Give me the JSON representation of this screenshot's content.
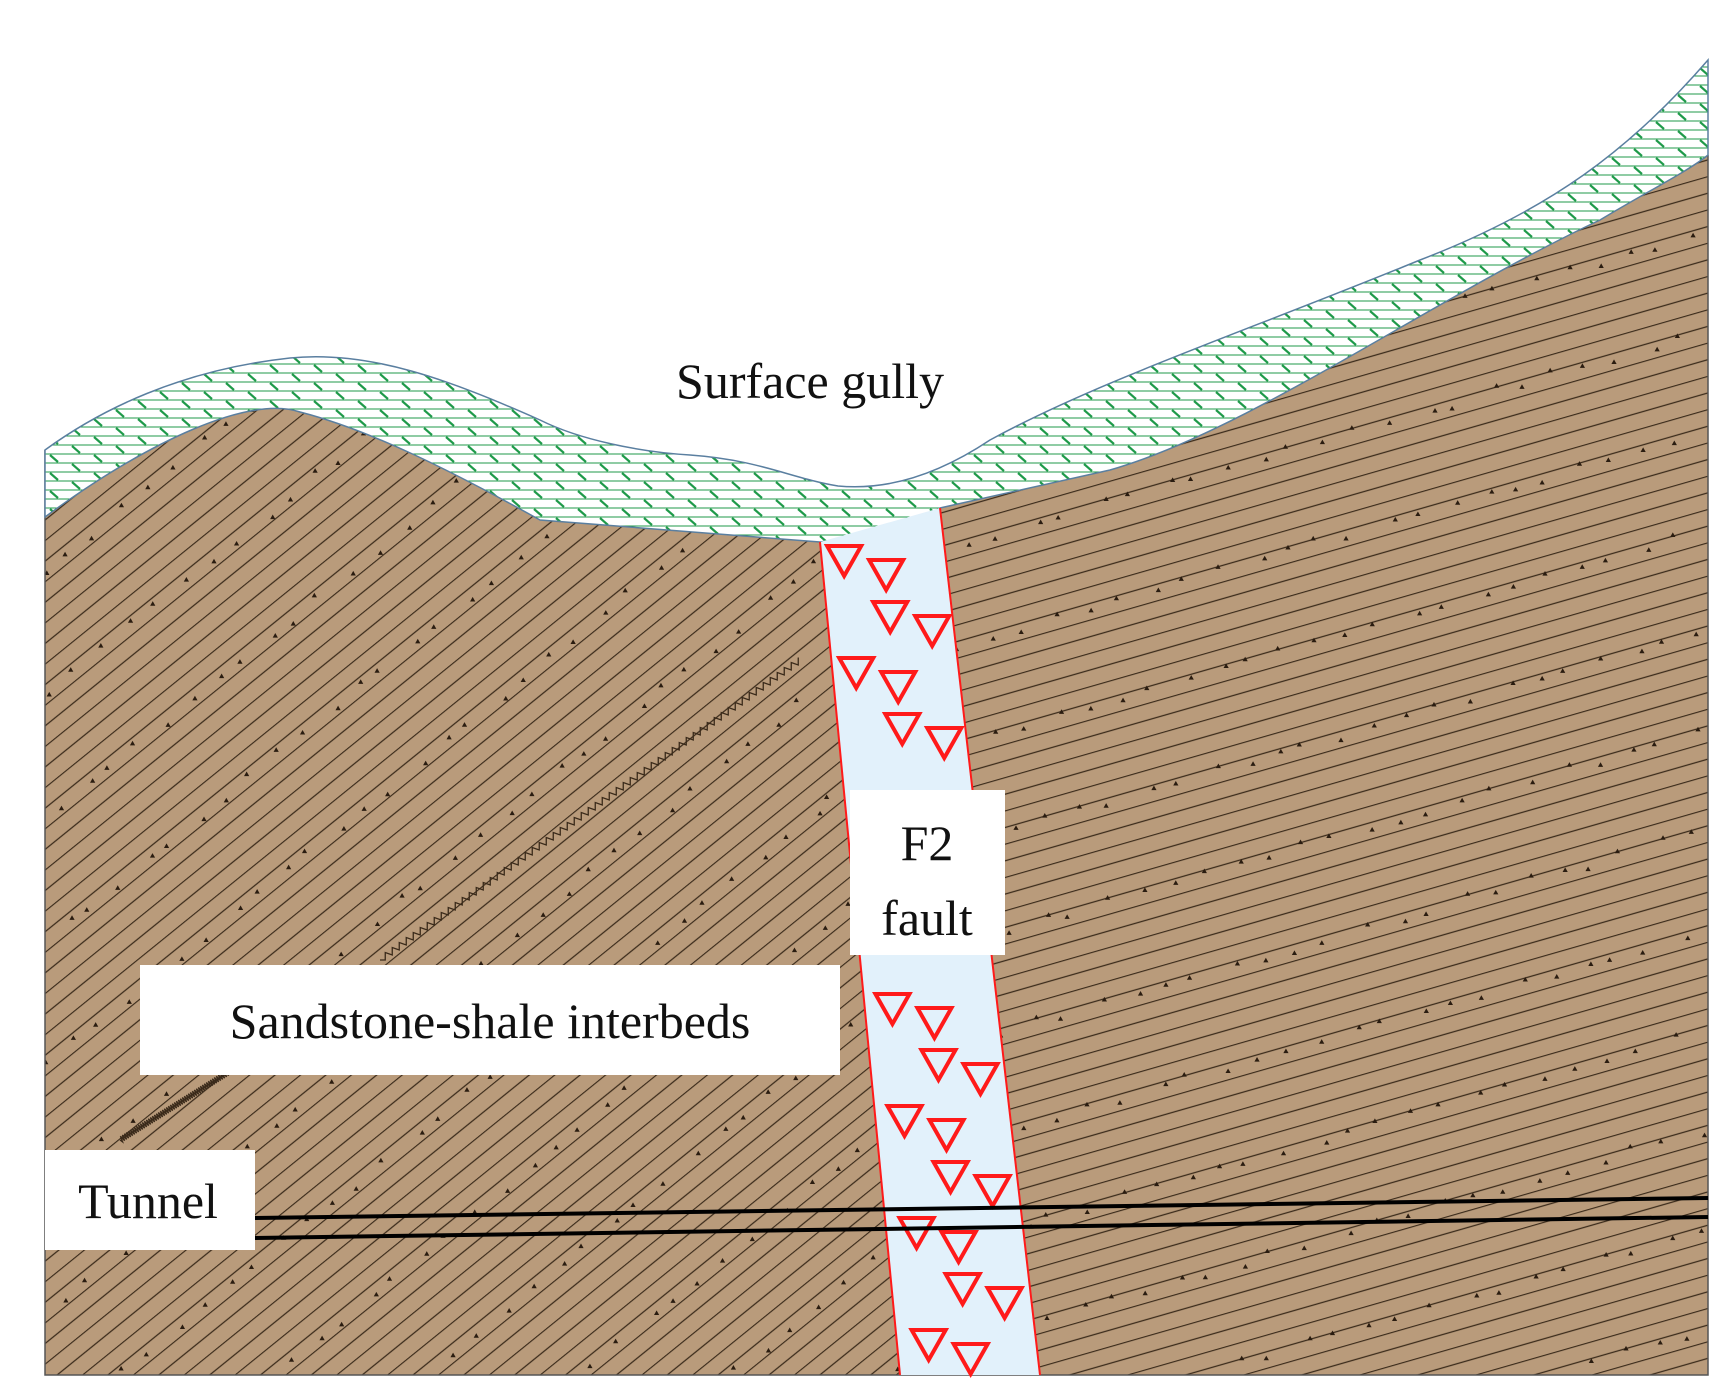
{
  "labels": {
    "surface_gully": "Surface gully",
    "fault_line1": "F2",
    "fault_line2": "fault",
    "interbeds": "Sandstone-shale interbeds",
    "tunnel": "Tunnel"
  },
  "colors": {
    "rock": "#b99b7b",
    "rock_line": "#3a2a1a",
    "rock_dots": "#2a1c10",
    "soil_fill": "#ffffff",
    "soil_hatch": "#1f9a4a",
    "soil_outline": "#5a7fa0",
    "fault_fill": "#e2f1fb",
    "fault_edge": "#ff1a1a",
    "fault_triangles": "#ff1a1a",
    "tunnel": "#000000",
    "label_bg": "#ffffff"
  }
}
